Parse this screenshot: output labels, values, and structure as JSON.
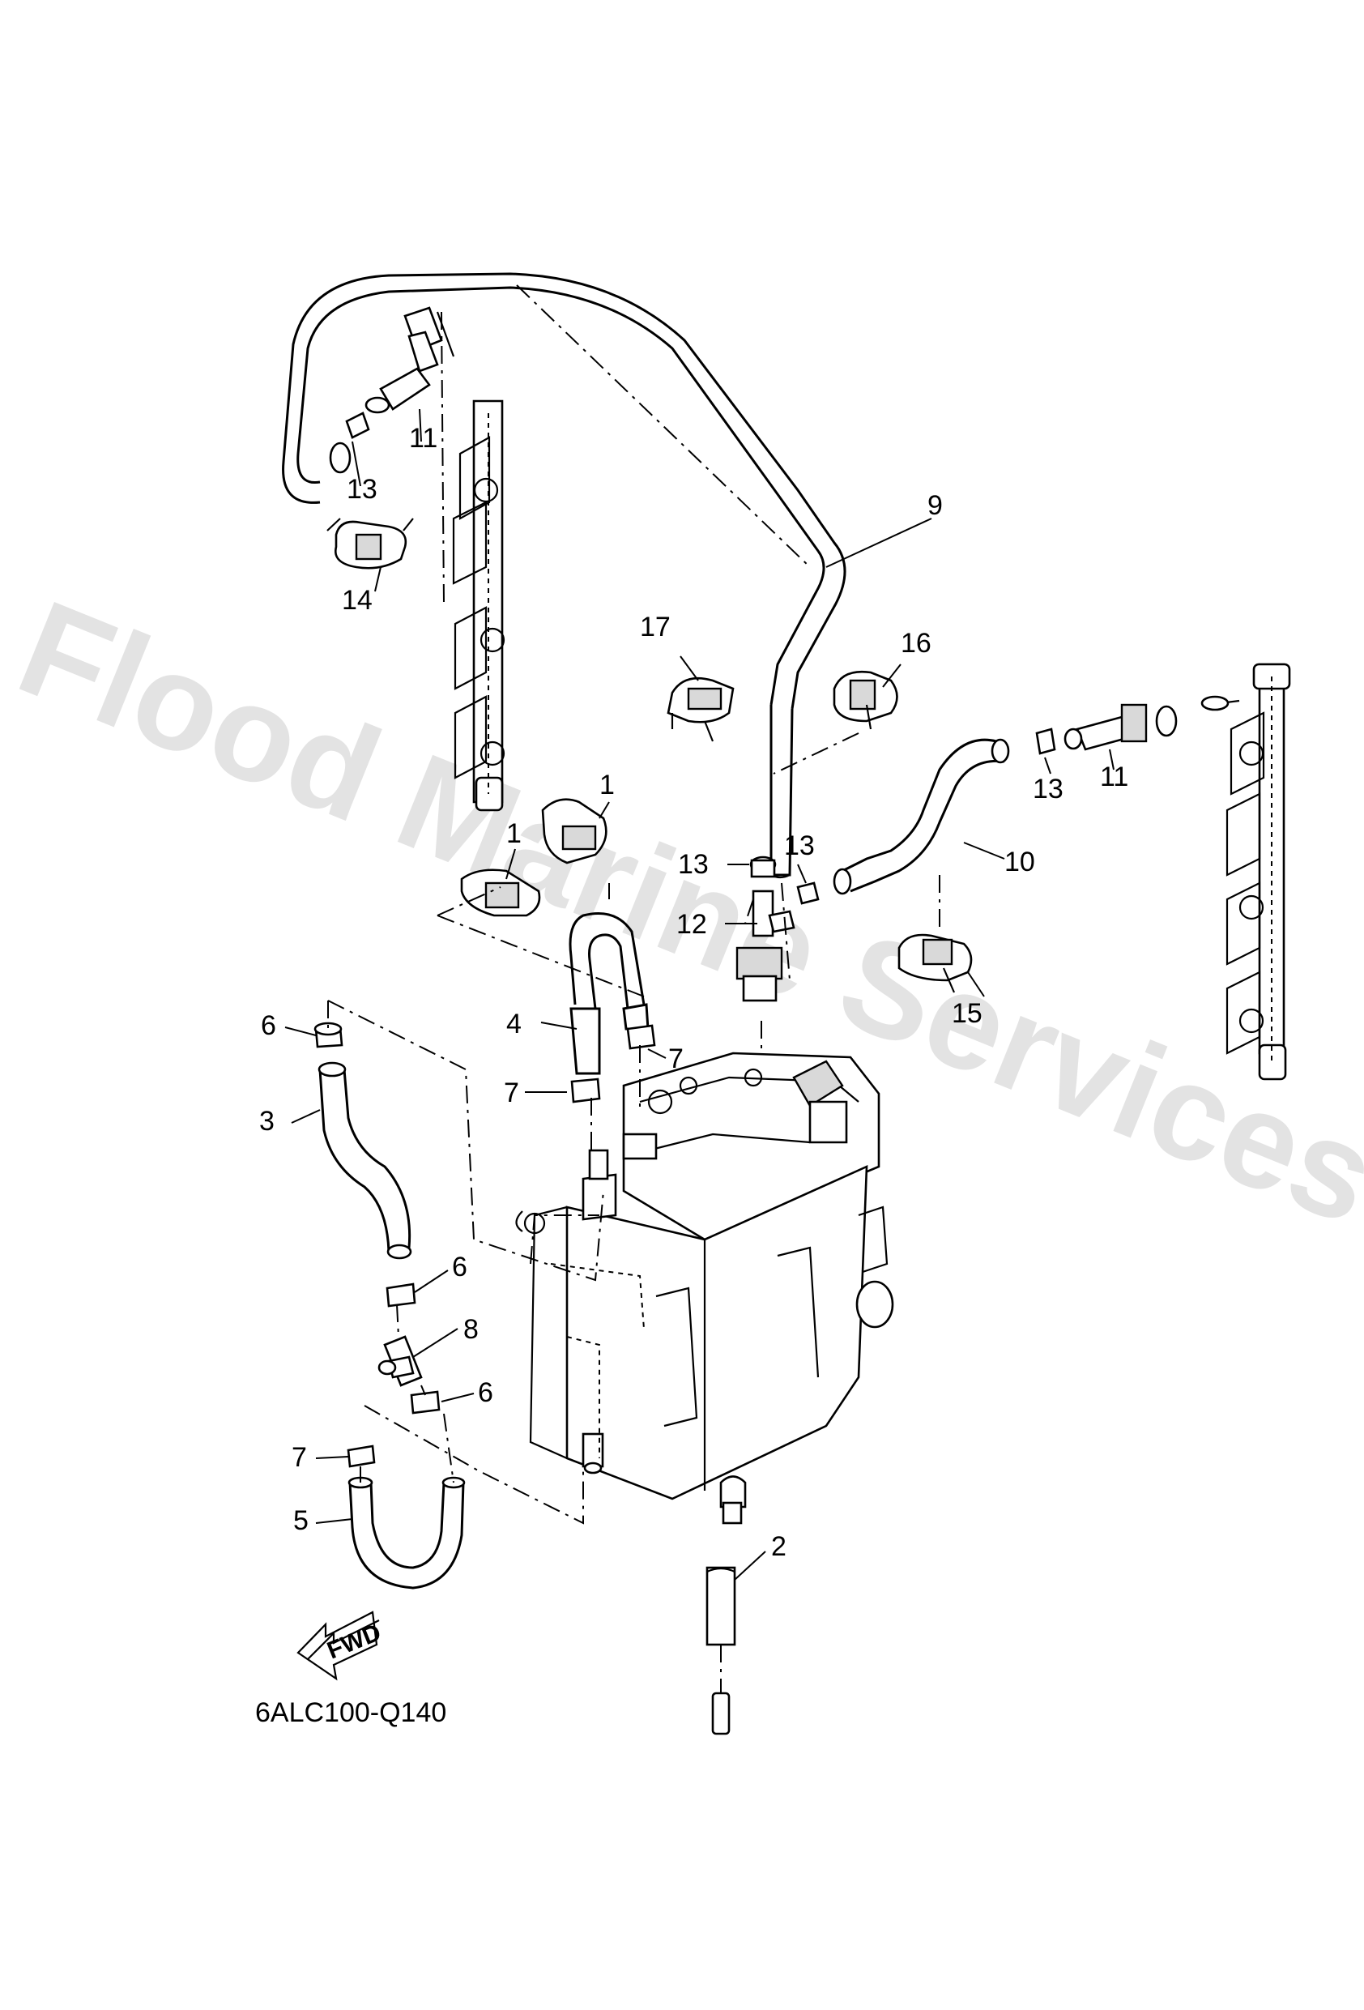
{
  "diagram_code": "6ALC100-Q140",
  "fwd_label": "FWD",
  "watermark": "Flood Marine Services",
  "callouts": [
    {
      "id": "c1a",
      "text": "1"
    },
    {
      "id": "c1b",
      "text": "1"
    },
    {
      "id": "c2",
      "text": "2"
    },
    {
      "id": "c3",
      "text": "3"
    },
    {
      "id": "c4",
      "text": "4"
    },
    {
      "id": "c5",
      "text": "5"
    },
    {
      "id": "c6a",
      "text": "6"
    },
    {
      "id": "c6b",
      "text": "6"
    },
    {
      "id": "c6c",
      "text": "6"
    },
    {
      "id": "c7a",
      "text": "7"
    },
    {
      "id": "c7b",
      "text": "7"
    },
    {
      "id": "c7c",
      "text": "7"
    },
    {
      "id": "c8",
      "text": "8"
    },
    {
      "id": "c9",
      "text": "9"
    },
    {
      "id": "c10",
      "text": "10"
    },
    {
      "id": "c11a",
      "text": "11"
    },
    {
      "id": "c11b",
      "text": "11"
    },
    {
      "id": "c12",
      "text": "12"
    },
    {
      "id": "c13a",
      "text": "13"
    },
    {
      "id": "c13b",
      "text": "13"
    },
    {
      "id": "c13c",
      "text": "13"
    },
    {
      "id": "c13d",
      "text": "13"
    },
    {
      "id": "c14",
      "text": "14"
    },
    {
      "id": "c15",
      "text": "15"
    },
    {
      "id": "c16",
      "text": "16"
    },
    {
      "id": "c17",
      "text": "17"
    }
  ]
}
